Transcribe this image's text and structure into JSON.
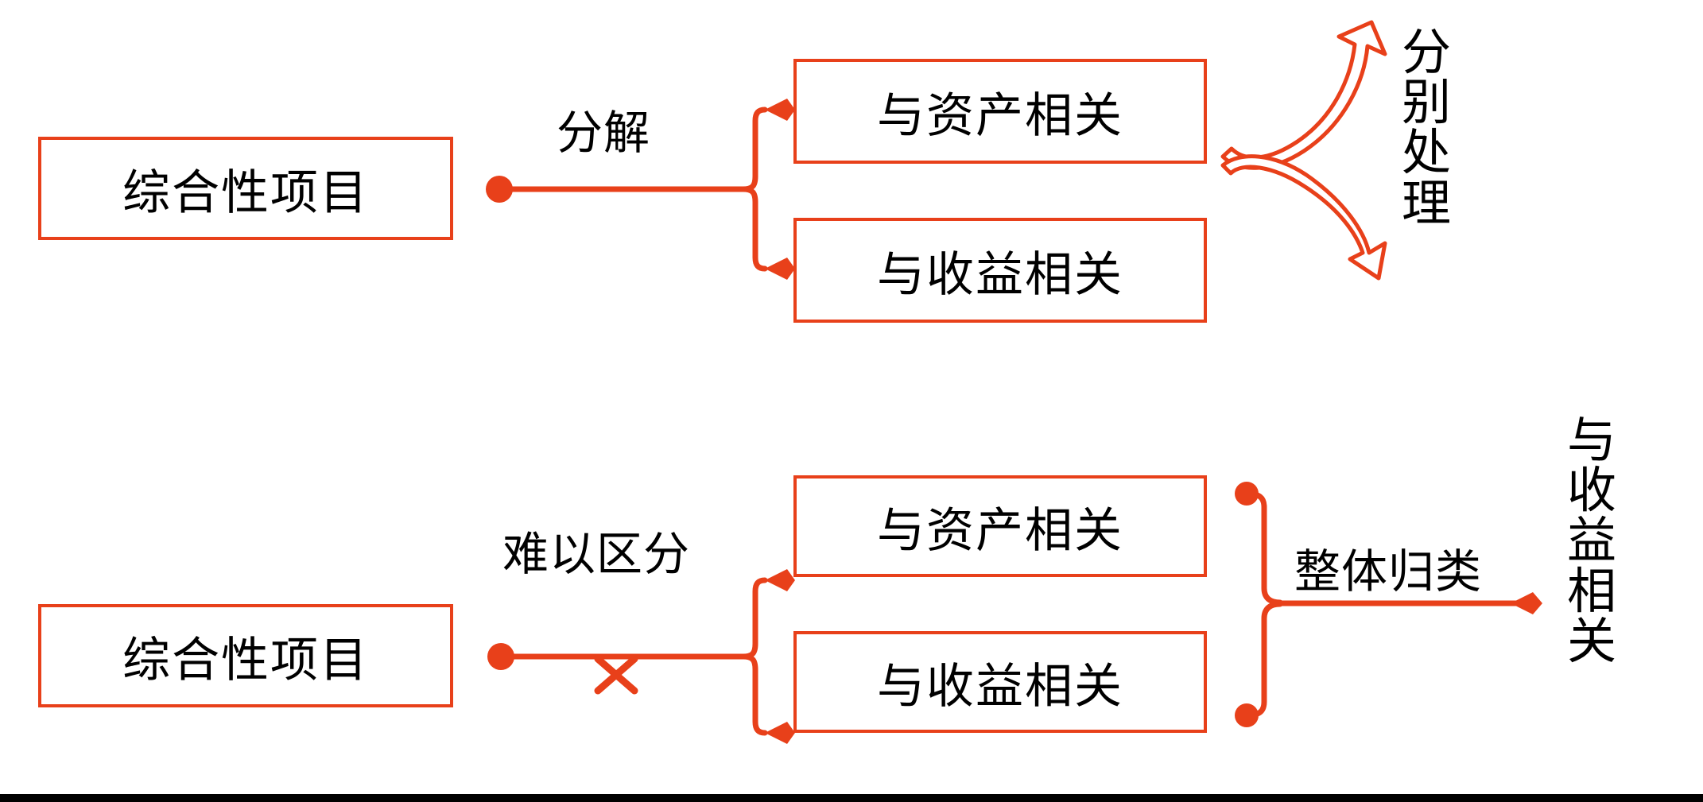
{
  "diagram": {
    "title": "",
    "accent_color": "#E8401A",
    "text_color": "#000000",
    "background_color": "#FFFFFF",
    "sections": [
      {
        "id": "top",
        "root": {
          "label": "综合性项目"
        },
        "branch_label": "分解",
        "children": [
          {
            "label": "与资产相关"
          },
          {
            "label": "与收益相关"
          }
        ],
        "outcome_label": "分别处理",
        "outcome_orientation": "vertical",
        "marker": ""
      },
      {
        "id": "bottom",
        "root": {
          "label": "综合性项目"
        },
        "branch_label": "难以区分",
        "children": [
          {
            "label": "与资产相关"
          },
          {
            "label": "与收益相关"
          }
        ],
        "merge_label": "整体归类",
        "outcome_label": "与收益相关",
        "outcome_orientation": "vertical",
        "marker": "×"
      }
    ]
  }
}
